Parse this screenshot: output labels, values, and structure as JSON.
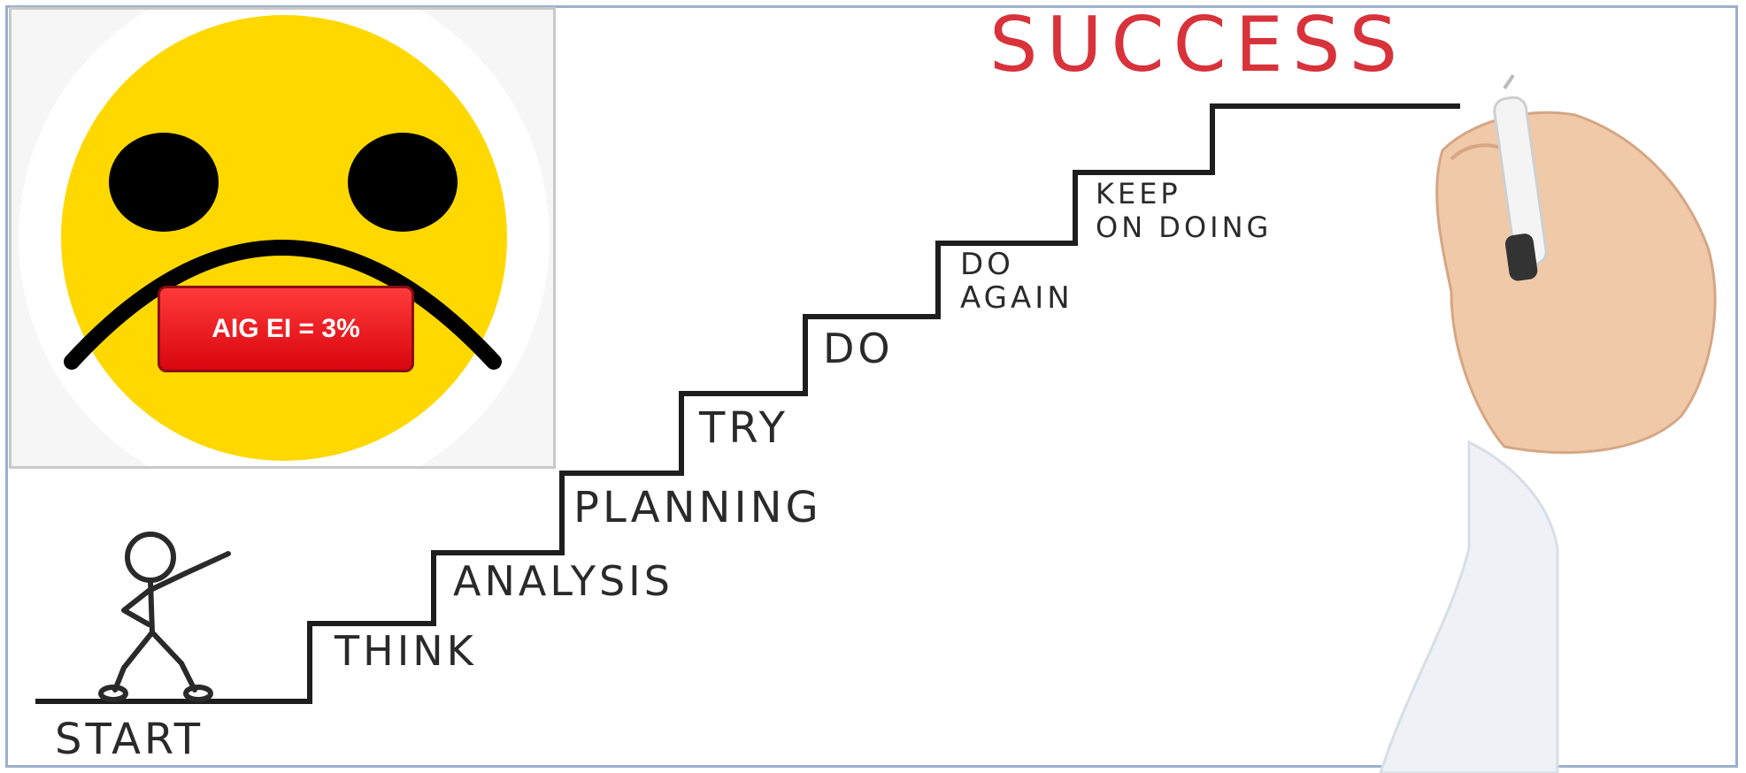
{
  "heading": {
    "text": "SUCCESS",
    "color": "#d8323b"
  },
  "steps": [
    {
      "label": "START"
    },
    {
      "label": "THINK"
    },
    {
      "label": "ANALYSIS"
    },
    {
      "label": "PLANNING"
    },
    {
      "label": "TRY"
    },
    {
      "label": "DO"
    },
    {
      "label_line1": "DO",
      "label_line2": "AGAIN"
    },
    {
      "label_line1": "KEEP",
      "label_line2": "ON DOING"
    }
  ],
  "badge": {
    "text": "AIG EI = 3%",
    "color": "#e8141c"
  },
  "emoji": {
    "name": "sad-face-icon",
    "color": "#ffd800"
  },
  "figure": {
    "name": "stick-figure-icon"
  },
  "hand": {
    "name": "hand-with-marker-icon"
  }
}
